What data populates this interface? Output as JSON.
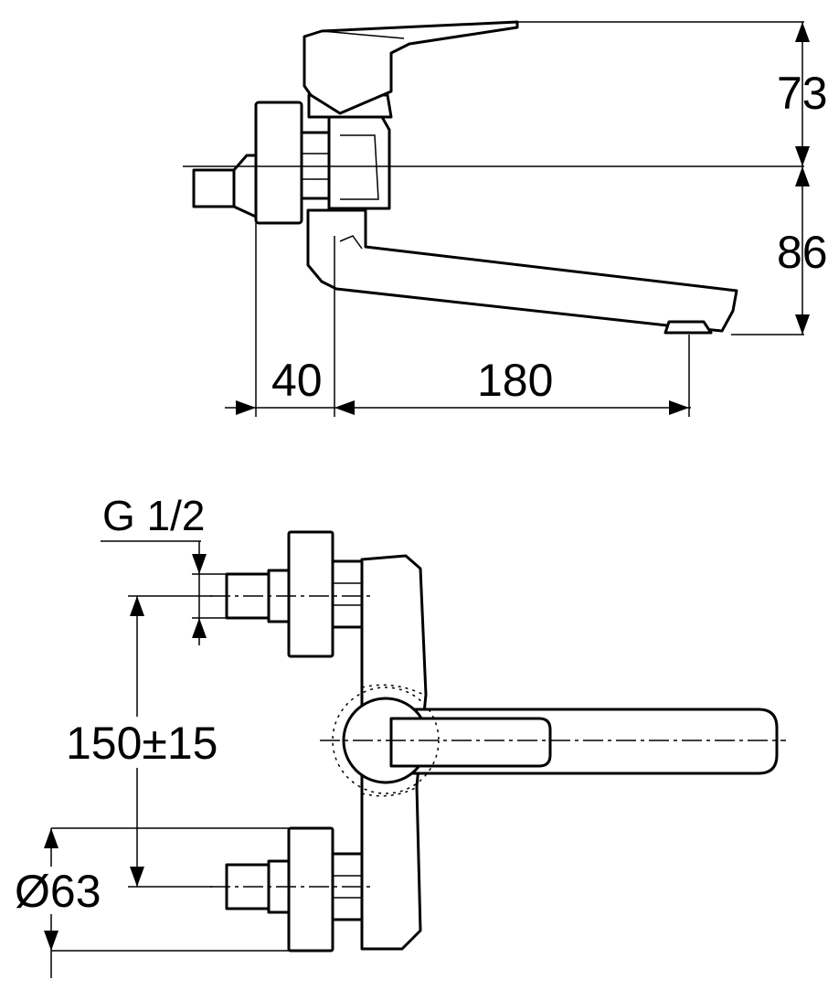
{
  "dimensions": {
    "top_height": "73",
    "bottom_height": "86",
    "wall_offset": "40",
    "spout_reach": "180",
    "thread": "G 1/2",
    "inlet_spacing": "150±15",
    "rosette_diameter": "Ø63"
  }
}
